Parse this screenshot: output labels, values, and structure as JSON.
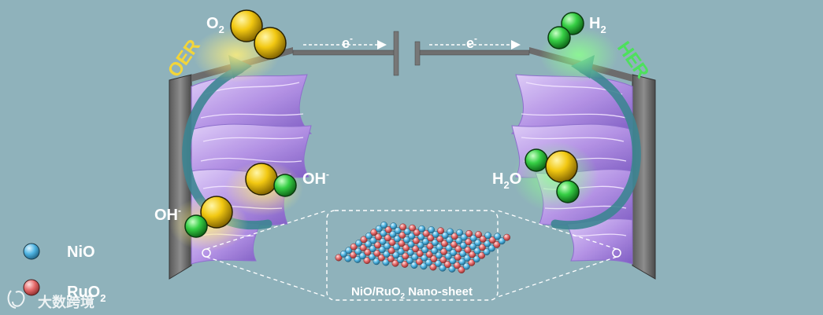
{
  "labels": {
    "oer": "OER",
    "her": "HER",
    "electron": "e",
    "electron_charge": "-",
    "o2_main": "O",
    "o2_sub": "2",
    "h2_main": "H",
    "h2_sub": "2",
    "oh": "OH",
    "oh_charge": "-",
    "h2o_h": "H",
    "h2o_sub": "2",
    "h2o_o": "O"
  },
  "legend": [
    {
      "text": "NiO",
      "sub": "",
      "color": "#4fb4e2"
    },
    {
      "text": "RuO",
      "sub": "2",
      "color": "#e56a6a"
    }
  ],
  "nanosheet": {
    "main": "NiO/RuO",
    "sub": "2",
    "rest": " Nano-sheet"
  },
  "watermark": "大数跨境",
  "colors": {
    "background": "#8fb2bb",
    "oxygen": "#f2c811",
    "hydrogen": "#3cd14b",
    "sheet": "#b792e8",
    "oer_text": "#f2d53a",
    "her_text": "#4ee05d",
    "arrow": "#3d8592"
  }
}
